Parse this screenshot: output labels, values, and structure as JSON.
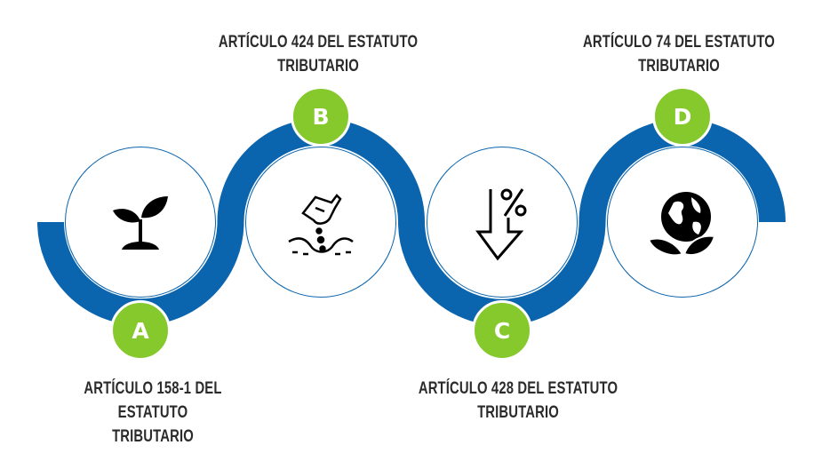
{
  "colors": {
    "ribbon": "#0b65ae",
    "badge": "#85c92d",
    "text": "#2b2b2b"
  },
  "steps": [
    {
      "letter": "A",
      "title_line1": "ARTÍCULO 158-1 DEL ESTATUTO",
      "title_line2": "TRIBUTARIO",
      "icon": "sprout-icon"
    },
    {
      "letter": "B",
      "title_line1": "ARTÍCULO 424 DEL ESTATUTO",
      "title_line2": "TRIBUTARIO",
      "icon": "planting-seeds-icon"
    },
    {
      "letter": "C",
      "title_line1": "ARTÍCULO 428 DEL ESTATUTO",
      "title_line2": "TRIBUTARIO",
      "icon": "percent-down-arrow-icon"
    },
    {
      "letter": "D",
      "title_line1": "ARTÍCULO 74 DEL ESTATUTO",
      "title_line2": "TRIBUTARIO",
      "icon": "globe-leaves-icon"
    }
  ]
}
